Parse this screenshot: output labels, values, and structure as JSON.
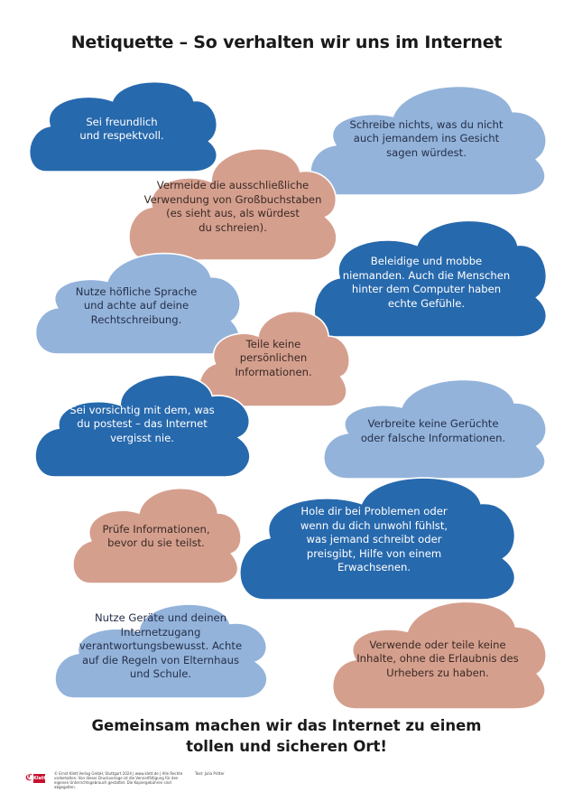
{
  "title": "Netiquette – So verhalten wir uns im Internet",
  "colors": {
    "dark_blue": "#2769ad",
    "light_blue": "#93b3da",
    "salmon": "#d59f8e",
    "outline": "#ffffff"
  },
  "clouds": [
    {
      "text": "Sei freundlich\nund respektvoll.",
      "color": "dark_blue"
    },
    {
      "text": "Schreibe nichts, was du nicht\nauch jemandem ins Gesicht\nsagen würdest.",
      "color": "light_blue"
    },
    {
      "text": "Vermeide die ausschließliche\nVerwendung von Großbuchstaben\n(es sieht aus, als würdest\ndu schreien).",
      "color": "salmon"
    },
    {
      "text": "Beleidige und mobbe\nniemanden. Auch die Menschen\nhinter dem Computer haben\nechte Gefühle.",
      "color": "dark_blue"
    },
    {
      "text": "Nutze höfliche Sprache\nund achte auf deine\nRechtschreibung.",
      "color": "light_blue"
    },
    {
      "text": "Teile keine\npersönlichen\nInformationen.",
      "color": "salmon"
    },
    {
      "text": "Sei vorsichtig mit dem, was\ndu postest – das Internet\nvergisst nie.",
      "color": "dark_blue"
    },
    {
      "text": "Verbreite keine Gerüchte\noder falsche Informationen.",
      "color": "light_blue"
    },
    {
      "text": "Prüfe Informationen,\nbevor du sie teilst.",
      "color": "salmon"
    },
    {
      "text": "Hole dir bei Problemen oder\nwenn du dich unwohl fühlst,\nwas jemand schreibt oder\npreisgibt, Hilfe von einem\nErwachsenen.",
      "color": "dark_blue"
    },
    {
      "text": "Nutze Geräte und deinen\nInternetzugang\nverantwortungsbewusst. Achte\nauf die Regeln von Elternhaus\nund Schule.",
      "color": "light_blue"
    },
    {
      "text": "Verwende oder teile keine\nInhalte, ohne die Erlaubnis des\nUrhebers zu haben.",
      "color": "salmon"
    }
  ],
  "closing": "Gemeinsam machen wir das Internet zu einem\ntollen und sicheren Ort!",
  "logo": {
    "mark": "ℭ",
    "label": "Klett"
  },
  "copyright": "© Ernst Klett Verlag GmbH, Stuttgart 2024 | www.klett.de | Alle Rechte vorbehalten. Von dieser Druckvorlage ist die Vervielfältigung für den eigenen Unterrichtsgebrauch gestattet. Die Kopiergebühren sind abgegolten.",
  "text_credit": "Text: Julia Pritter"
}
